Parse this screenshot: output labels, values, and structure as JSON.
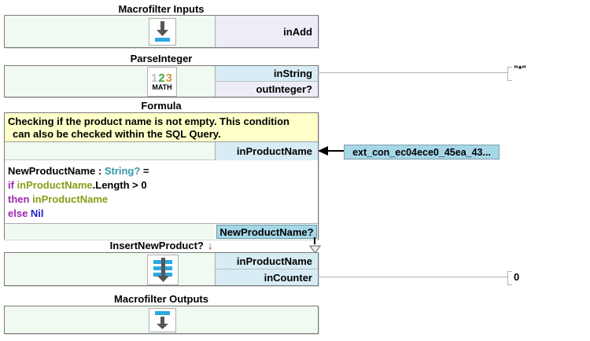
{
  "blocks": {
    "macrofilter_inputs": {
      "title": "Macrofilter Inputs",
      "port_inadd": "inAdd"
    },
    "parse_integer": {
      "title": "ParseInteger",
      "icon_digit1": "1",
      "icon_digit2": "2",
      "icon_digit3": "3",
      "icon_label": "MATH",
      "port_instring": "inString",
      "port_outinteger": "outInteger?"
    },
    "formula": {
      "title": "Formula",
      "comment_line1": "Checking if the product name is not empty. This condition",
      "comment_line2": "can also be checked within the SQL Query.",
      "port_inproductname": "inProductName",
      "port_output": "NewProductName?",
      "code": {
        "lines": [
          {
            "t0": "NewProductName : ",
            "t1": "String?",
            "t2": " ="
          },
          {
            "t0": "if ",
            "t1": "inProductName",
            "t2": ".Length > 0"
          },
          {
            "t0": "then ",
            "t1": "inProductName",
            "t2": ""
          },
          {
            "t0": "else ",
            "t1": "Nil",
            "t2": ""
          }
        ]
      }
    },
    "insert_new_product": {
      "title": "InsertNewProduct?",
      "title_marker": "↓",
      "port_inproductname": "inProductName",
      "port_incounter": "inCounter"
    },
    "macrofilter_outputs": {
      "title": "Macrofilter Outputs"
    }
  },
  "connections": {
    "external_label": "ext_con_ec04ece0_45ea_43...",
    "instring_constant": "\"*\"",
    "incounter_constant": "0"
  },
  "colors": {
    "block_body": "#f1faf1",
    "port_connected": "#d7ecf5",
    "port_unconnected": "#ededf8",
    "port_box_blue": "#a6d7e8",
    "comment_yellow": "#ffffc9",
    "icon_blue": "#2ba9e0",
    "keyword_purple": "#9c27b0",
    "type_teal": "#3399ad",
    "identifier_olive": "#84a018",
    "nil_blue": "#2222cc"
  }
}
